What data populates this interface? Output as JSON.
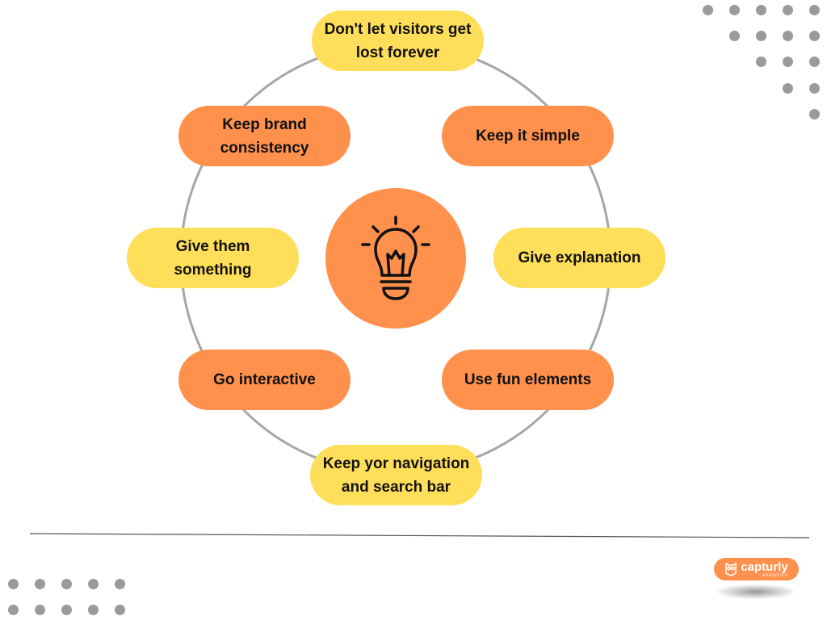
{
  "colors": {
    "orange": "#FF914D",
    "yellow": "#FFDE59",
    "ring": "#a6a6a6"
  },
  "center": {
    "icon": "lightbulb-icon"
  },
  "items": [
    {
      "label": "Don't let visitors get lost forever"
    },
    {
      "label": "Keep brand consistency"
    },
    {
      "label": "Keep it simple"
    },
    {
      "label": "Give them something"
    },
    {
      "label": "Give explanation"
    },
    {
      "label": "Go interactive"
    },
    {
      "label": "Use fun elements"
    },
    {
      "label": "Keep yor navigation and search bar"
    }
  ],
  "logo": {
    "name": "capturly",
    "sub": "analytics"
  }
}
